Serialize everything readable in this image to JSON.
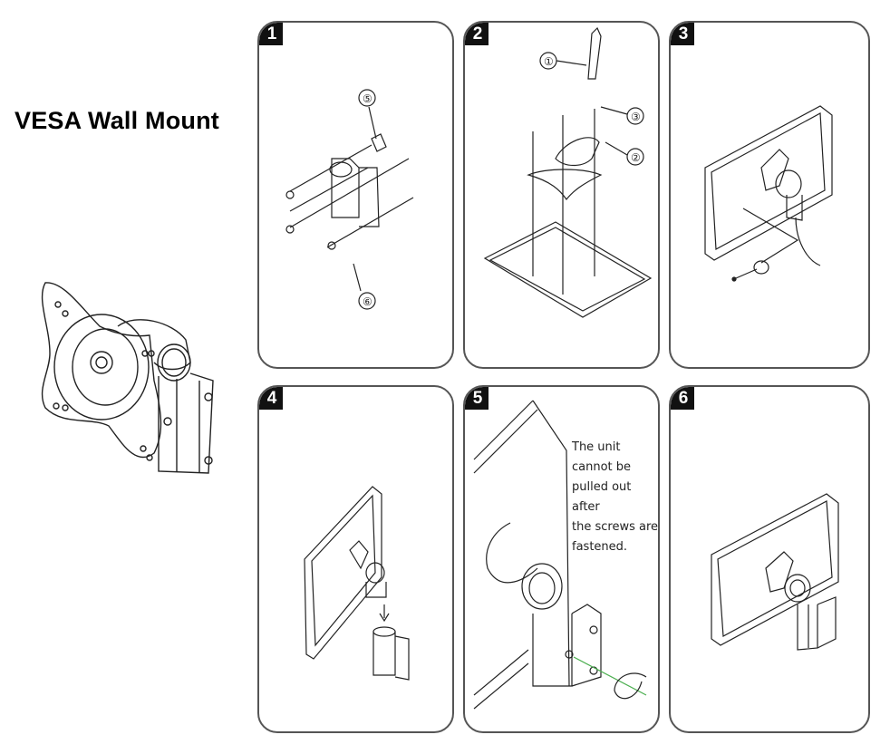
{
  "document": {
    "title": "VESA Wall Mount",
    "product_illustration": "vesa-wall-mount-assembly"
  },
  "steps": [
    {
      "number": "1",
      "illustration": "bracket-with-screws-and-anchors",
      "callouts": [
        "⑤",
        "⑥"
      ]
    },
    {
      "number": "2",
      "illustration": "mount-plate-onto-panel-back",
      "callouts": [
        "①",
        "③",
        "②"
      ]
    },
    {
      "number": "3",
      "illustration": "panel-with-mount-and-cable",
      "callouts": []
    },
    {
      "number": "4",
      "illustration": "slide-panel-onto-bracket",
      "callouts": []
    },
    {
      "number": "5",
      "illustration": "fasten-screws-closeup",
      "callouts": [],
      "note": "The unit\ncannot be\npulled out after\nthe screws are\nfastened."
    },
    {
      "number": "6",
      "illustration": "assembled-unit",
      "callouts": []
    }
  ],
  "colors": {
    "badge": "#111111",
    "panel_border": "#555555",
    "arrow_accent": "#4caf50"
  }
}
